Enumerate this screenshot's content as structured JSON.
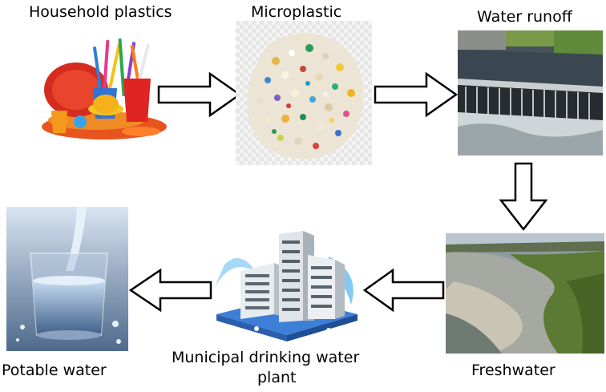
{
  "stages": {
    "household_plastics": "Household plastics",
    "microplastic": "Microplastic",
    "water_runoff": "Water runoff",
    "freshwater": "Freshwater",
    "treatment_plant_line1": "Municipal drinking water",
    "treatment_plant_line2": "plant",
    "potable_water": "Potable water"
  },
  "icons": {
    "household_plastics": "plastic-tableware-icon",
    "microplastic": "microplastic-pellets-icon",
    "water_runoff": "weir-runoff-icon",
    "freshwater": "river-landscape-icon",
    "treatment_plant": "water-plant-buildings-icon",
    "potable_water": "water-glass-icon"
  },
  "colors": {
    "arrow_fill": "#ffffff",
    "arrow_stroke": "#000000"
  }
}
